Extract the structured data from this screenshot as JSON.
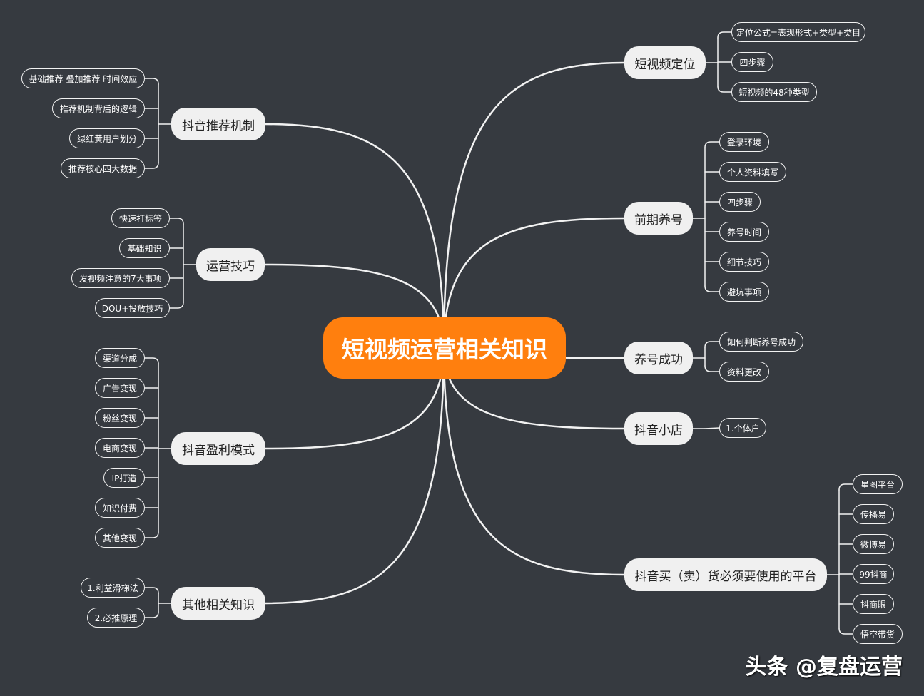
{
  "center": "短视频运营相关知识",
  "watermark": "头条 @复盘运营",
  "colors": {
    "background": "#363a40",
    "root": "#ff7f0e",
    "main_node": "#f0f0f0",
    "line": "#f2f2f2"
  },
  "branches": [
    {
      "label": "短视频定位",
      "side": "right",
      "children": [
        "定位公式=表现形式+类型+类目",
        "四步骤",
        "短视频的48种类型"
      ]
    },
    {
      "label": "前期养号",
      "side": "right",
      "children": [
        "登录环境",
        "个人资料填写",
        "四步骤",
        "养号时间",
        "细节技巧",
        "避坑事项"
      ]
    },
    {
      "label": "养号成功",
      "side": "right",
      "children": [
        "如何判断养号成功",
        "资料更改"
      ]
    },
    {
      "label": "抖音小店",
      "side": "right",
      "children": [
        "1.个体户"
      ]
    },
    {
      "label": "抖音买（卖）货必须要使用的平台",
      "side": "right",
      "children": [
        "星图平台",
        "传播易",
        "微博易",
        "99抖商",
        "抖商眼",
        "悟空带货"
      ]
    },
    {
      "label": "抖音推荐机制",
      "side": "left",
      "children": [
        "基础推荐 叠加推荐 时间效应",
        "推荐机制背后的逻辑",
        "绿红黄用户划分",
        "推荐核心四大数据"
      ]
    },
    {
      "label": "运营技巧",
      "side": "left",
      "children": [
        "快速打标签",
        "基础知识",
        "发视频注意的7大事项",
        "DOU+投放技巧"
      ]
    },
    {
      "label": "抖音盈利模式",
      "side": "left",
      "children": [
        "渠道分成",
        "广告变现",
        "粉丝变现",
        "电商变现",
        "IP打造",
        "知识付费",
        "其他变现"
      ]
    },
    {
      "label": "其他相关知识",
      "side": "left",
      "children": [
        "1.利益滑梯法",
        "2.必推原理"
      ]
    }
  ]
}
